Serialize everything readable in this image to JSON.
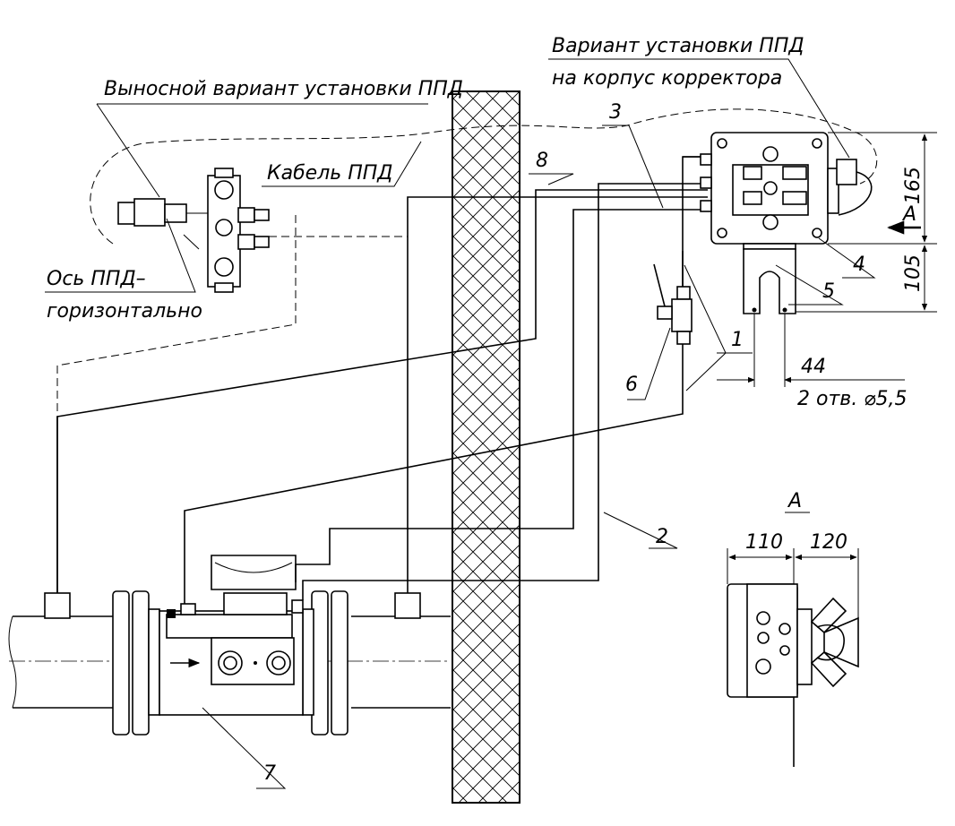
{
  "labels": {
    "remote_variant": "Выносной вариант установки ППД",
    "body_variant_line1": "Вариант установки ППД",
    "body_variant_line2": "на корпус корректора",
    "cable": "Кабель ППД",
    "axis_line1": "Ось ППД–",
    "axis_line2": "горизонтально",
    "holes": "2 отв. ⌀5,5",
    "view_a": "А",
    "view_a_arrow": "А"
  },
  "callouts": {
    "p1": "1",
    "p2": "2",
    "p3": "3",
    "p4": "4",
    "p5": "5",
    "p6": "6",
    "p7": "7",
    "p8": "8"
  },
  "dimensions": {
    "height_top": "165",
    "height_bottom": "105",
    "hole_spacing": "44",
    "width_left": "110",
    "width_right": "120"
  }
}
